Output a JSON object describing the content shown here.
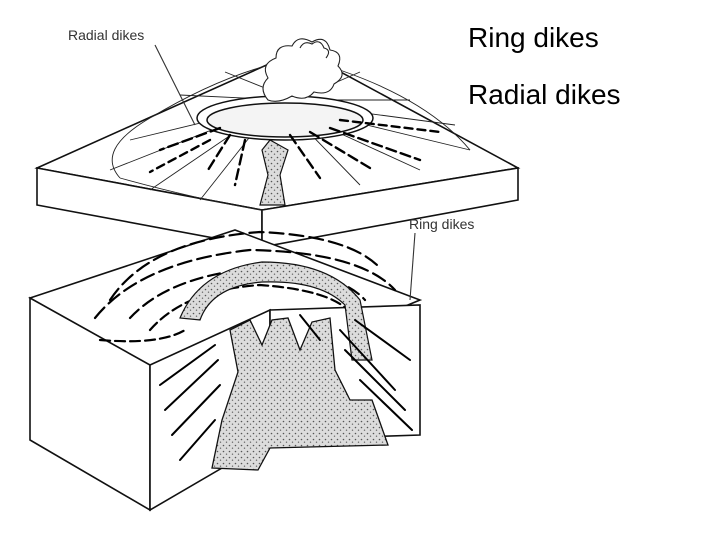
{
  "slide": {
    "title_labels": [
      "Ring dikes",
      "Radial dikes"
    ]
  },
  "diagram": {
    "top_block_label": "Radial dikes",
    "bottom_block_label": "Ring dikes"
  },
  "colors": {
    "line": "#111111",
    "intrusion_fill": "#d4d4d4",
    "background": "#ffffff"
  }
}
